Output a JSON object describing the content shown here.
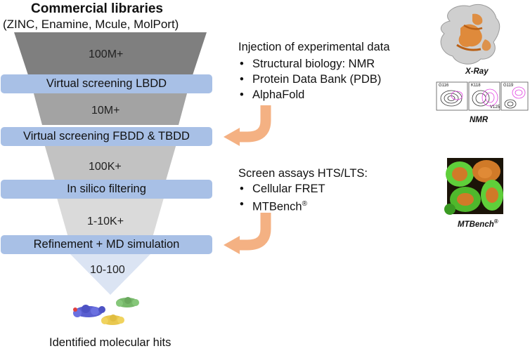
{
  "header": {
    "title": "Commercial libraries",
    "subtitle": "(ZINC, Enamine, Mcule, MolPort)"
  },
  "funnel": {
    "stages": [
      {
        "count": "100M+",
        "color": "#7f7f7f"
      },
      {
        "count": "10M+",
        "color": "#a3a3a3"
      },
      {
        "count": "100K+",
        "color": "#c2c2c2"
      },
      {
        "count": "1-10K+",
        "color": "#dadada"
      },
      {
        "count": "10-100",
        "color": "#dbe4f3"
      }
    ],
    "steps": [
      "Virtual screening LBDD",
      "Virtual screening FBDD & TBDD",
      "In silico filtering",
      "Refinement + MD simulation"
    ],
    "result": "Identified molecular hits"
  },
  "panels": [
    {
      "heading": "Injection of experimental data",
      "items": [
        "Structural biology: NMR",
        "Protein Data Bank (PDB)",
        "AlphaFold"
      ]
    },
    {
      "heading": "Screen assays HTS/LTS:",
      "items": [
        "Cellular FRET",
        "MTBench"
      ],
      "superscript": "®"
    }
  ],
  "images": {
    "xray_caption": "X-Ray",
    "nmr_caption": "NMR",
    "nmr_residues": [
      "G116",
      "K118",
      "G119",
      "V125"
    ],
    "mtbench_caption": "MTBench",
    "mtbench_superscript": "®"
  },
  "colors": {
    "box_fill": "#a8c0e6",
    "arrow": "#f4b183",
    "protein_orange": "#e0822a",
    "nmr_magenta": "#e040e0",
    "cell_green": "#5fcf3a",
    "cell_orange": "#d07a28"
  },
  "icons": [
    "curved-arrow-icon",
    "protein-structure-icon",
    "nmr-spectrum-icon",
    "cell-microscopy-icon",
    "molecule-icon"
  ]
}
